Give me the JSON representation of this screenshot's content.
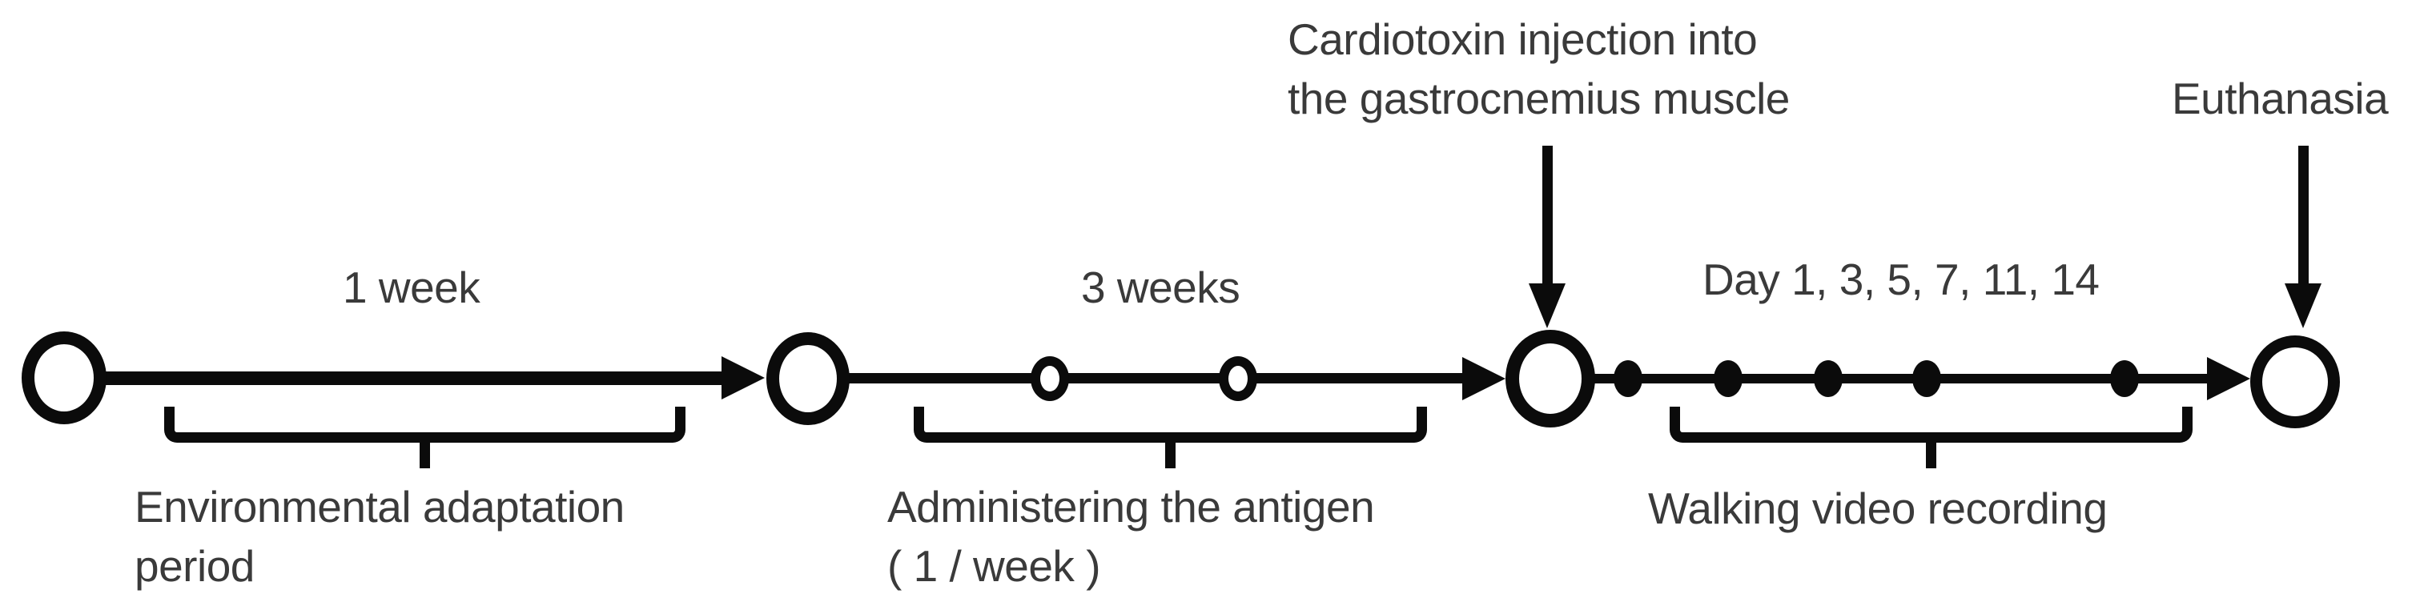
{
  "colors": {
    "background": "#ffffff",
    "ink": "#0b0b0b",
    "text": "#3a3a3a"
  },
  "phase1": {
    "duration_label": "1 week",
    "bracket_label_line1": "Environmental adaptation",
    "bracket_label_line2": "period"
  },
  "phase2": {
    "duration_label": "3 weeks",
    "bracket_label_line1": "Administering the antigen",
    "bracket_label_line2": "( 1 / week )",
    "antigen_dose_markers": 2
  },
  "phase3": {
    "days_label": "Day 1, 3, 5, 7, 11, 14",
    "recording_days": [
      1,
      3,
      5,
      7,
      11,
      14
    ],
    "bracket_label": "Walking video recording"
  },
  "events": {
    "cardiotoxin_line1": "Cardiotoxin injection into",
    "cardiotoxin_line2": "the gastrocnemius muscle",
    "euthanasia_label": "Euthanasia"
  }
}
